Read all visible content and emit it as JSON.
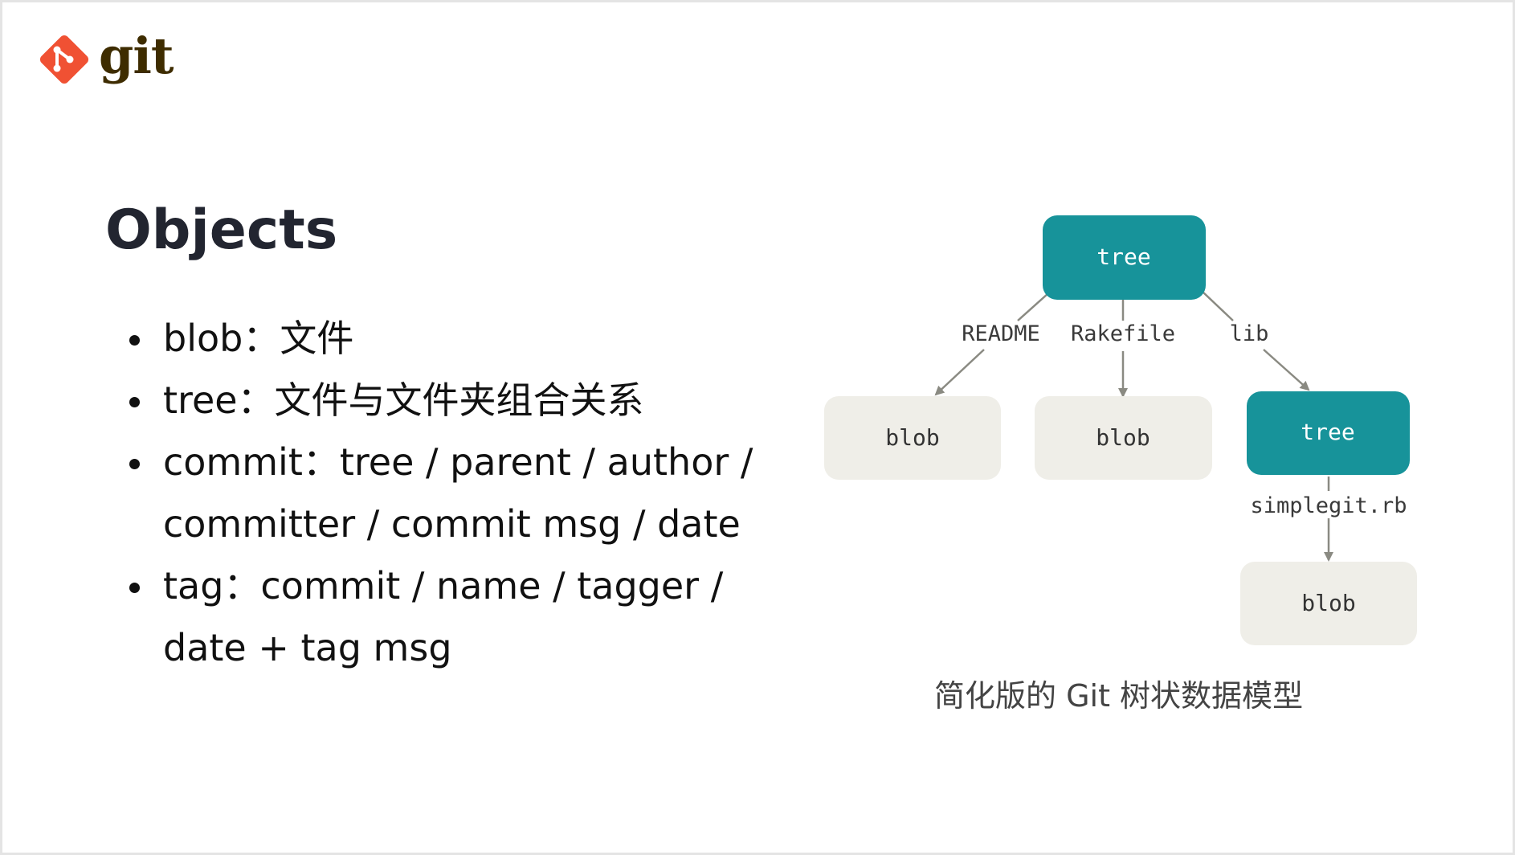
{
  "logo": {
    "text": "git",
    "icon": "git-diamond-icon",
    "color": "#f05133"
  },
  "title": "Objects",
  "bullets": [
    "blob：文件",
    "tree：文件与文件夹组合关系",
    "commit：tree / parent / author / committer / commit msg / date",
    "tag：commit  / name / tagger / date + tag msg"
  ],
  "diagram": {
    "colors": {
      "tree": "#17939a",
      "blob": "#efeee8",
      "edge": "#8a8a82"
    },
    "nodes": {
      "root_tree": "tree",
      "readme_blob": "blob",
      "rakefile_blob": "blob",
      "lib_tree": "tree",
      "simplegit_blob": "blob"
    },
    "edges": {
      "readme": "README",
      "rakefile": "Rakefile",
      "lib": "lib",
      "simplegit": "simplegit.rb"
    }
  },
  "caption": "简化版的 Git 树状数据模型"
}
